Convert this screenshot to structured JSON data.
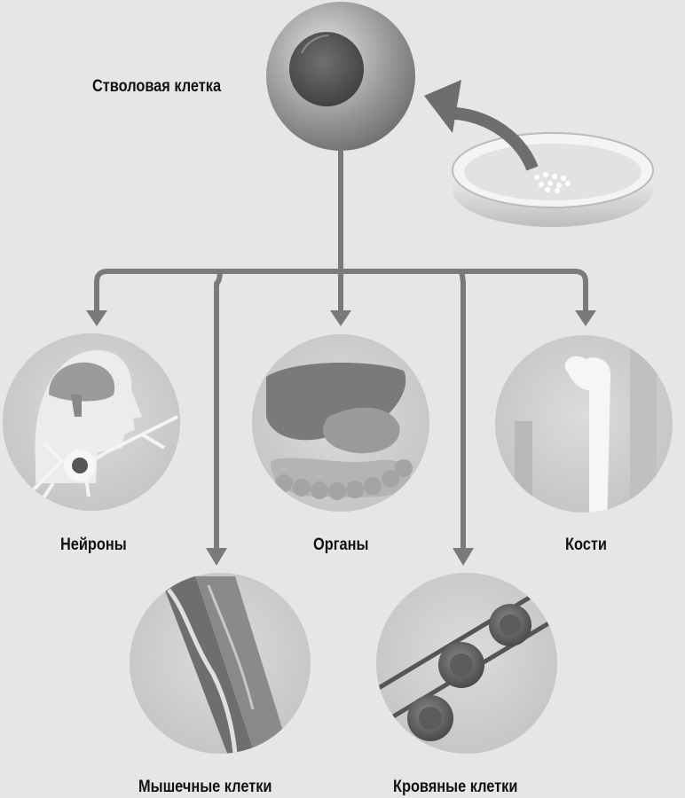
{
  "labels": {
    "stem_cell": "Стволовая клетка",
    "neurons": "Нейроны",
    "organs": "Органы",
    "bones": "Кости",
    "muscle_cells": "Мышечные клетки",
    "blood_cells": "Кровяные клетки"
  },
  "colors": {
    "background": "#e6e6e6",
    "arrow": "#7a7a7a",
    "circle_fill": "#d2d2d2"
  }
}
